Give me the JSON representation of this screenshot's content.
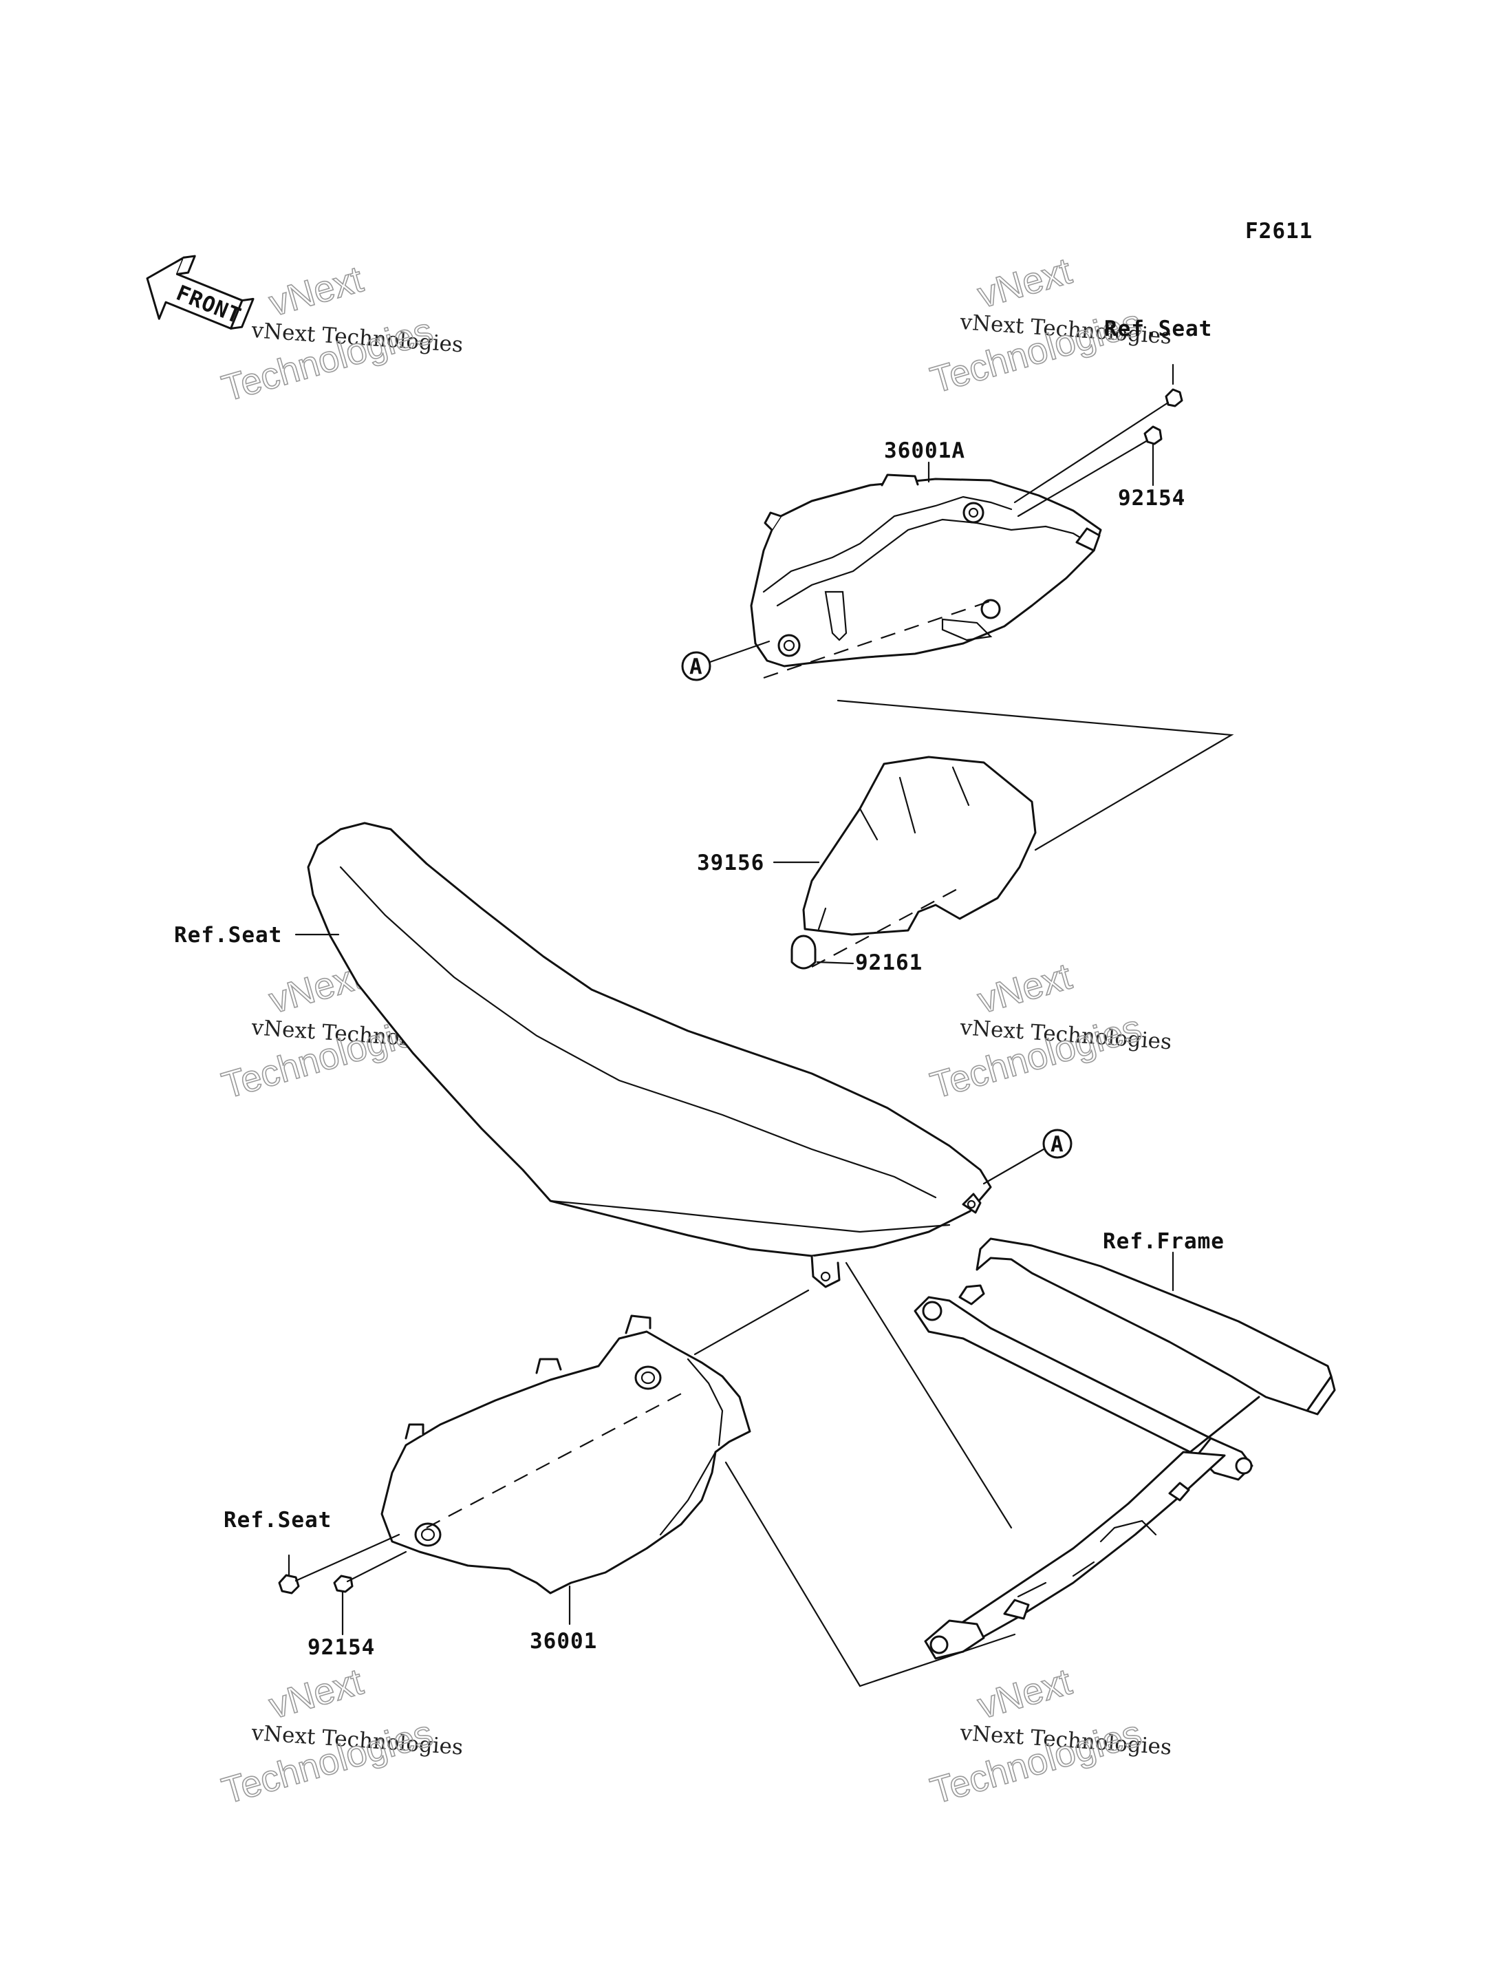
{
  "figure_code": "F2611",
  "front_label": "FRONT",
  "callouts": {
    "ref_seat_top": "Ref.Seat",
    "part_36001A": "36001A",
    "part_92154_top": "92154",
    "ref_a_top": "A",
    "part_39156": "39156",
    "part_92161": "92161",
    "ref_seat_middle": "Ref.Seat",
    "ref_a_middle": "A",
    "ref_frame": "Ref.Frame",
    "ref_seat_bottom": "Ref.Seat",
    "part_92154_bottom": "92154",
    "part_36001": "36001"
  },
  "watermarks": [
    {
      "line1": "vNext Technologies",
      "line2": "vNext",
      "line3": "Technologies"
    },
    {
      "line1": "vNext Technologies",
      "line2": "vNext",
      "line3": "Technologies"
    },
    {
      "line1": "vNext Technologies",
      "line2": "vNext",
      "line3": "Technologies"
    },
    {
      "line1": "vNext Technologies",
      "line2": "vNext",
      "line3": "Technologies"
    },
    {
      "line1": "vNext Technologies",
      "line2": "vNext",
      "line3": "Technologies"
    },
    {
      "line1": "vNext Technologies",
      "line2": "vNext",
      "line3": "Technologies"
    }
  ]
}
